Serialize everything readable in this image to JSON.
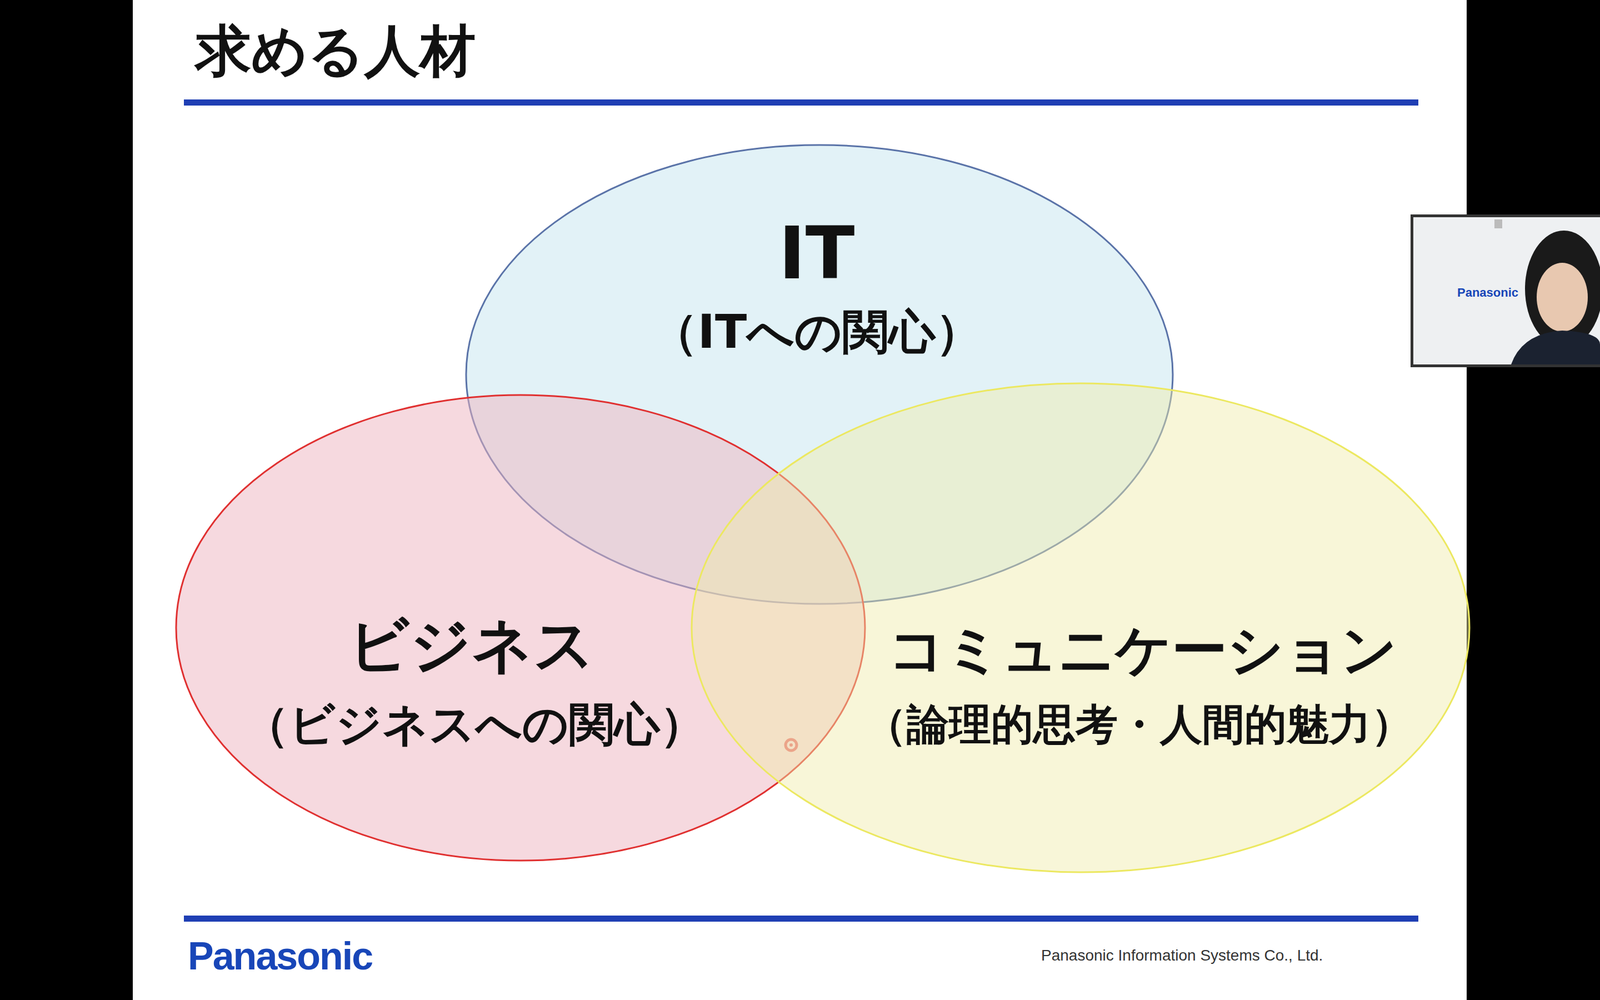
{
  "diagram": {
    "title": "求める人材",
    "nodes": [
      {
        "text": [
          "IT",
          "（ITへの関心）"
        ]
      },
      {
        "text": [
          "ビジネス",
          "（ビジネスへの関心）"
        ]
      },
      {
        "text": [
          "コミュニケーション",
          "（論理的思考・人間的魅力）"
        ]
      }
    ],
    "labels": [
      "Panasonic",
      "Panasonic Information Systems Co., Ltd.",
      "Panasonic"
    ]
  }
}
